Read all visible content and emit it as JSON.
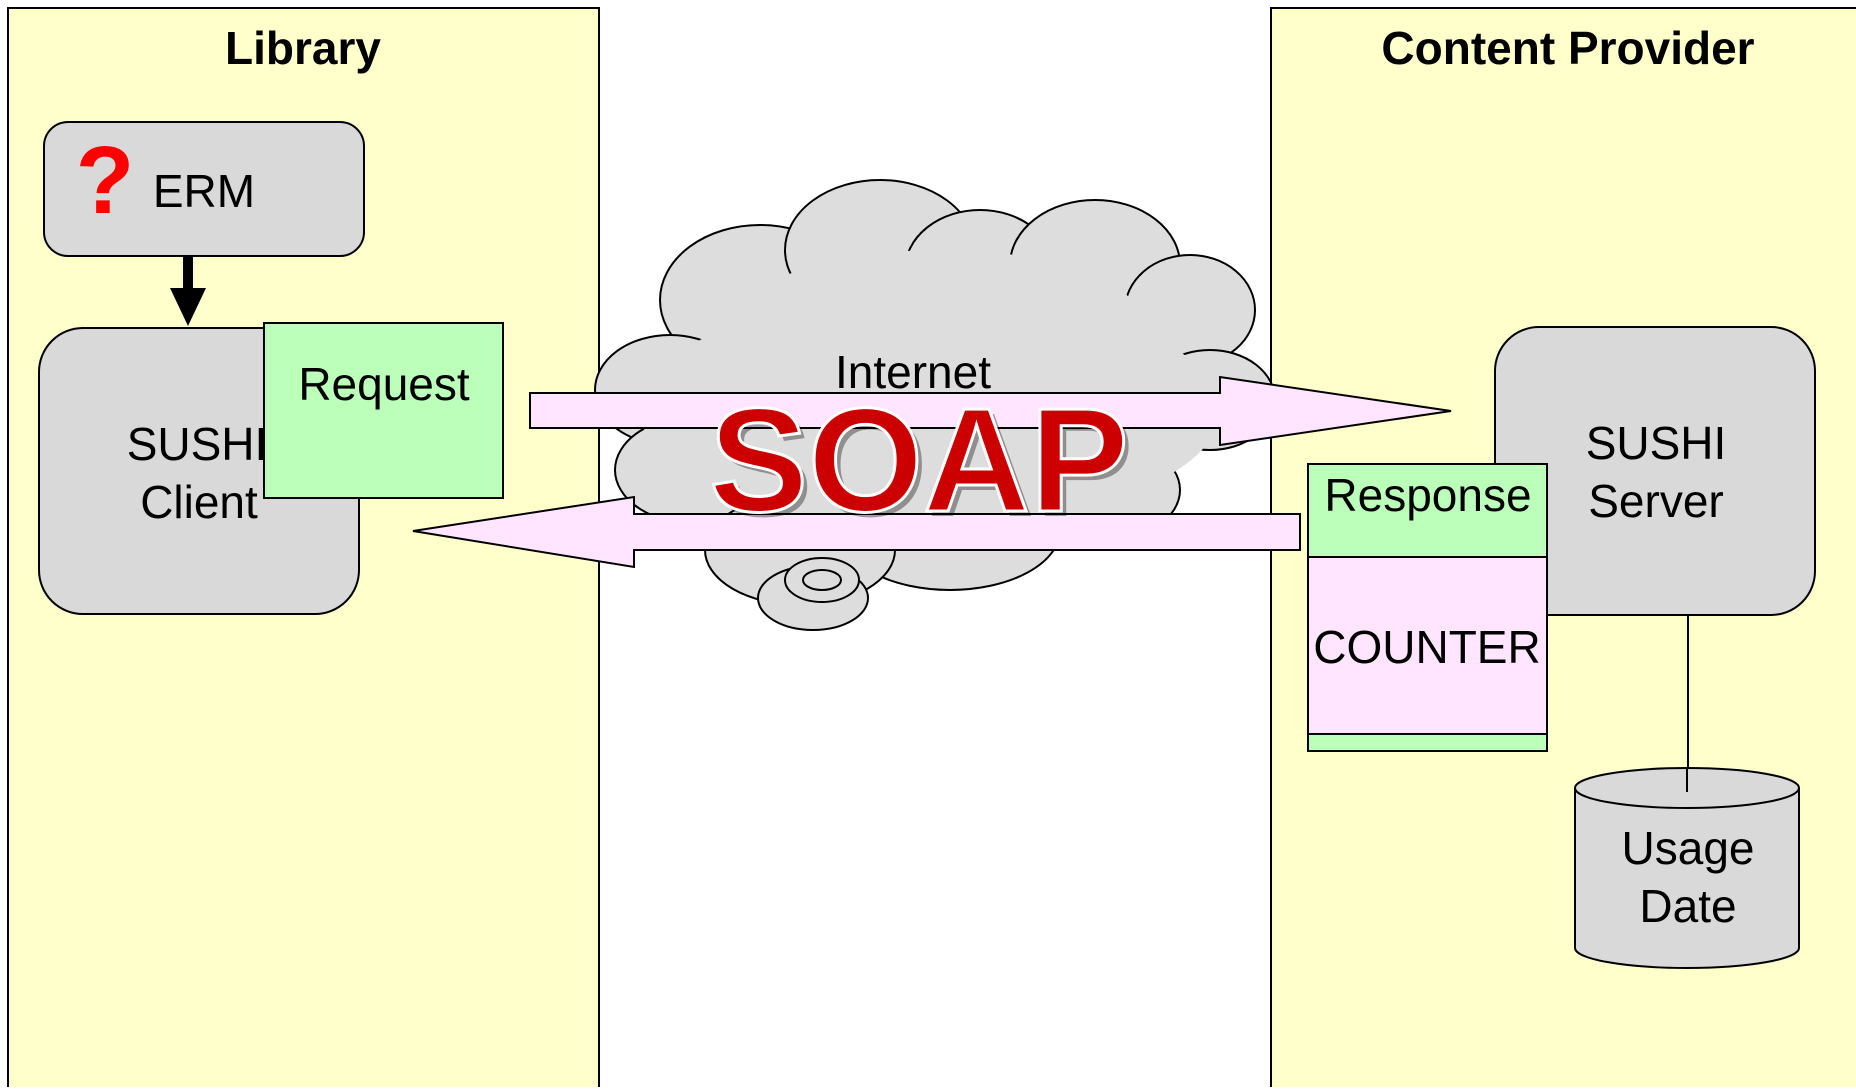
{
  "library": {
    "title": "Library",
    "erm_label": "ERM",
    "question_mark": "?",
    "client_line1": "SUSHI",
    "client_line2": "Client",
    "request_label": "Request"
  },
  "network": {
    "cloud_label": "Internet",
    "protocol_label": "SOAP"
  },
  "provider": {
    "title": "Content Provider",
    "server_line1": "SUSHI",
    "server_line2": "Server",
    "response_label": "Response",
    "counter_label": "COUNTER",
    "db_line1": "Usage",
    "db_line2": "Date"
  },
  "colors": {
    "panel_fill": "#ffffcc",
    "box_fill": "#d9d9d9",
    "green_doc": "#bbffbb",
    "pink": "#ffe5ff",
    "soap_red": "#cc0000",
    "question_red": "#ff0000"
  }
}
